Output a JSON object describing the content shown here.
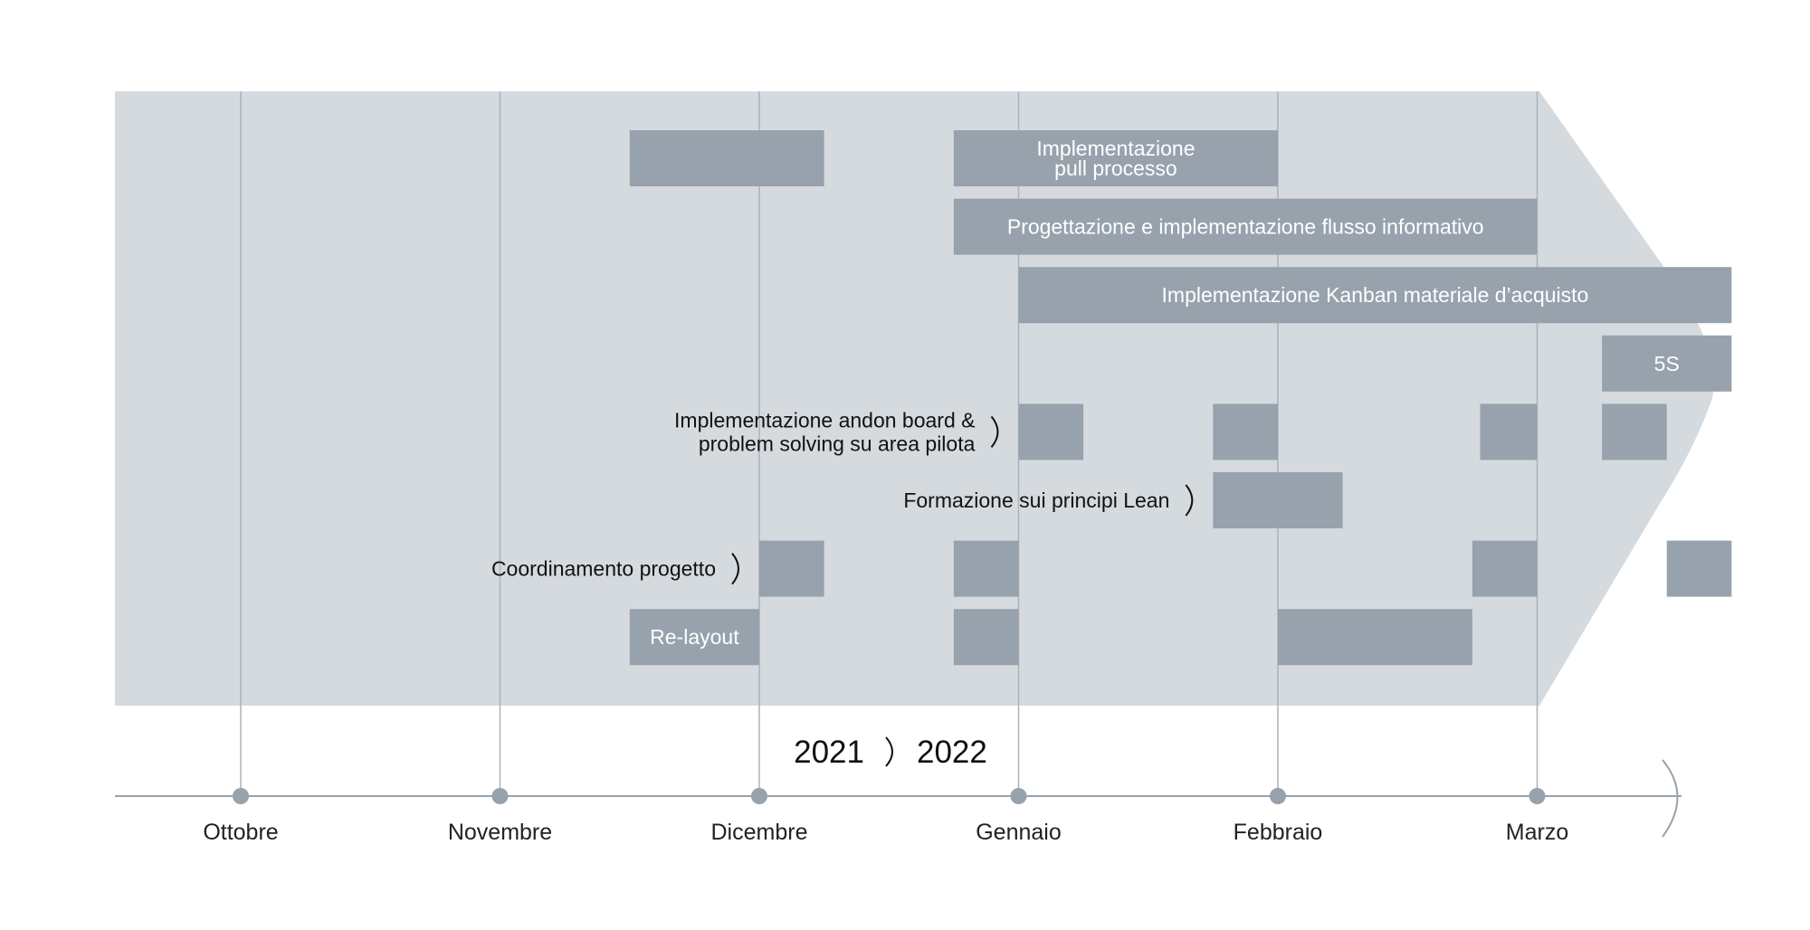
{
  "colors": {
    "band": "#d5dadf",
    "bar": "#97a2ad",
    "gridline": "#aab3bb",
    "axis": "#98a2ad",
    "text_dark": "#111111",
    "text_light": "#ffffff"
  },
  "timeline": {
    "years": [
      "2021",
      "2022"
    ],
    "months": [
      "Ottobre",
      "Novembre",
      "Dicembre",
      "Gennaio",
      "Febbraio",
      "Marzo"
    ]
  },
  "row_labels": [
    {
      "name": "andon-label",
      "lines": [
        "Implementazione andon board &",
        "problem solving su area pilota"
      ],
      "row": 4
    },
    {
      "name": "formazione-label",
      "lines": [
        "Formazione sui principi Lean"
      ],
      "row": 5
    },
    {
      "name": "coordinamento-label",
      "lines": [
        "Coordinamento progetto"
      ],
      "row": 6
    }
  ],
  "tasks": [
    {
      "row": 0,
      "start": 1.5,
      "end": 2.25,
      "lines": []
    },
    {
      "row": 0,
      "start": 2.75,
      "end": 4.0,
      "lines": [
        "Implementazione",
        "pull processo"
      ]
    },
    {
      "row": 1,
      "start": 2.75,
      "end": 5.0,
      "lines": [
        "Progettazione e implementazione flusso informativo"
      ]
    },
    {
      "row": 2,
      "start": 3.0,
      "end": 5.75,
      "lines": [
        "Implementazione Kanban materiale d’acquisto"
      ]
    },
    {
      "row": 3,
      "start": 5.25,
      "end": 5.75,
      "lines": [
        "5S"
      ]
    },
    {
      "row": 4,
      "start": 3.0,
      "end": 3.25,
      "lines": []
    },
    {
      "row": 4,
      "start": 3.75,
      "end": 4.0,
      "lines": []
    },
    {
      "row": 4,
      "start": 4.78,
      "end": 5.0,
      "lines": []
    },
    {
      "row": 4,
      "start": 5.25,
      "end": 5.5,
      "lines": []
    },
    {
      "row": 5,
      "start": 3.75,
      "end": 4.25,
      "lines": []
    },
    {
      "row": 6,
      "start": 2.0,
      "end": 2.25,
      "lines": []
    },
    {
      "row": 6,
      "start": 2.75,
      "end": 3.0,
      "lines": []
    },
    {
      "row": 6,
      "start": 4.75,
      "end": 5.0,
      "lines": []
    },
    {
      "row": 6,
      "start": 5.5,
      "end": 5.75,
      "lines": []
    },
    {
      "row": 7,
      "start": 1.5,
      "end": 2.0,
      "lines": [
        "Re-layout"
      ]
    },
    {
      "row": 7,
      "start": 2.75,
      "end": 3.0,
      "lines": []
    },
    {
      "row": 7,
      "start": 4.0,
      "end": 4.75,
      "lines": []
    }
  ]
}
